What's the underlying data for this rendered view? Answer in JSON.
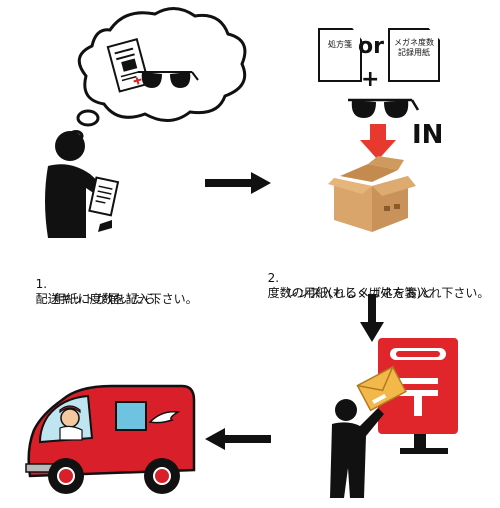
{
  "steps": {
    "step1": {
      "number": "1.",
      "line1": "配送キットが届いたら、",
      "line2": "用紙に度数を記入下さい。"
    },
    "step2": {
      "number": "2.",
      "line1": "度数の用紙(もしくは処方箋)と",
      "line2": "レンズ入れるメガネをお入れ下さい。"
    }
  },
  "top_right": {
    "doc1_label": "処方箋",
    "doc2_label_line1": "メガネ度数",
    "doc2_label_line2": "記録用紙",
    "or_text": "or",
    "plus_text": "+",
    "in_text": "IN"
  },
  "colors": {
    "mailbox_red": "#e0262b",
    "truck_red": "#d9202a",
    "arrow_red": "#e8392e",
    "box_brown": "#d9a56a",
    "envelope_yellow": "#f2b84a"
  }
}
